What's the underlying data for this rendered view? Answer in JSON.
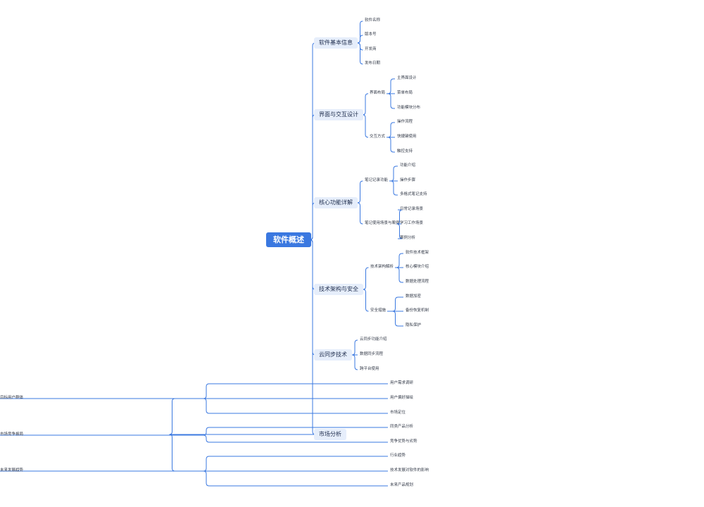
{
  "root": "软件概述",
  "branches": [
    {
      "label": "软件基本信息",
      "children": [
        "软件名称",
        "版本号",
        "开发商",
        "发布日期"
      ]
    },
    {
      "label": "界面与交互设计",
      "children": [
        {
          "label": "界面布局",
          "children": [
            "主界面设计",
            "菜单布局",
            "功能模块分布"
          ]
        },
        {
          "label": "交互方式",
          "children": [
            "操作流程",
            "快捷键使用",
            "触控支持"
          ]
        }
      ]
    },
    {
      "label": "核心功能详解",
      "children": [
        {
          "label": "笔记记录功能",
          "children": [
            "功能介绍",
            "操作步骤",
            "多格式笔记支持"
          ]
        },
        {
          "label": "笔记使用场景与案例",
          "children": [
            "日常记录场景",
            "学习工作场景",
            "案例分析"
          ]
        }
      ]
    },
    {
      "label": "技术架构与安全",
      "children": [
        {
          "label": "技术架构解析",
          "children": [
            "软件技术框架",
            "核心模块介绍",
            "数据处理流程"
          ]
        },
        {
          "label": "安全措施",
          "children": [
            "数据加密",
            "备份恢复机制",
            "隐私保护"
          ]
        }
      ]
    },
    {
      "label": "云同步技术",
      "children": [
        "云同步功能介绍",
        "数据同步流程",
        "跨平台使用"
      ]
    },
    {
      "label": "市场分析",
      "children": [
        {
          "label": "目标用户群体",
          "children": [
            "用户需求调研",
            "用户偏好描绘",
            "市场定位"
          ]
        },
        {
          "label": "市场竞争格局",
          "children": [
            "同类产品分析",
            "竞争优势与劣势"
          ]
        },
        {
          "label": "未来发展趋势",
          "children": [
            "行业趋势",
            "技术发展对软件的影响",
            "未来产品规划"
          ]
        }
      ]
    }
  ],
  "colors": {
    "line": "#3a78e0",
    "root_bg": "#3a78e0",
    "branch_bg": "#e6eefb"
  }
}
